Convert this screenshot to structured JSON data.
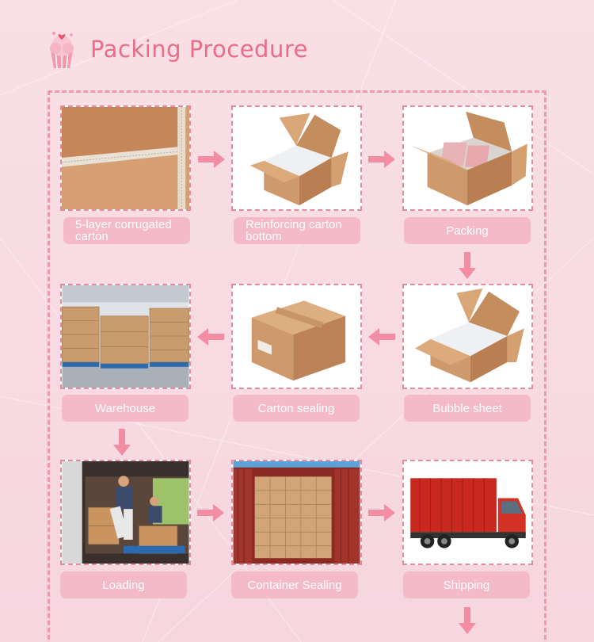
{
  "header": {
    "title": "Packing Procedure",
    "icon": "cupcake-icon"
  },
  "steps": [
    {
      "label": "5-layer corrugated carton",
      "image": "corrugated-carton-image"
    },
    {
      "label": "Reinforcing carton bottom",
      "image": "open-carton-image"
    },
    {
      "label": "Packing",
      "image": "packed-carton-image"
    },
    {
      "label": "Bubble sheet",
      "image": "bubble-sheet-carton-image"
    },
    {
      "label": "Carton sealing",
      "image": "sealed-carton-image"
    },
    {
      "label": "Warehouse",
      "image": "warehouse-image"
    },
    {
      "label": "Loading",
      "image": "loading-image"
    },
    {
      "label": "Container Sealing",
      "image": "container-image"
    },
    {
      "label": "Shipping",
      "image": "truck-image"
    }
  ],
  "colors": {
    "accent": "#e96d86",
    "label_bg": "#f4bac8",
    "arrow": "#f28da4",
    "frame": "#f199aa"
  }
}
